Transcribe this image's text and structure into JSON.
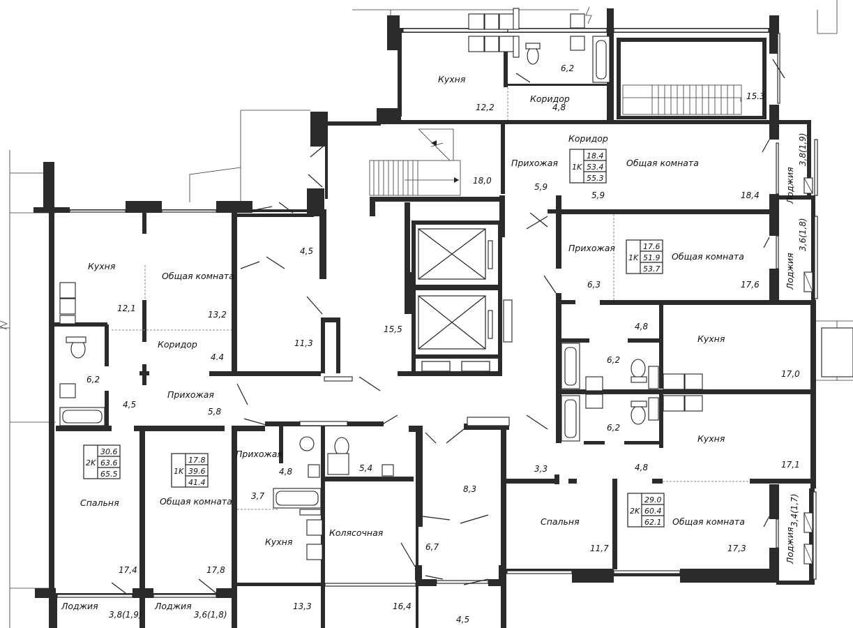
{
  "rooms": [
    {
      "id": "kitchen-a",
      "label": "Кухня",
      "area": "12,2"
    },
    {
      "id": "corridor-a1",
      "label": "Коридор",
      "area": "4,8"
    },
    {
      "id": "corridor-a2",
      "label": "Коридор"
    },
    {
      "id": "bath-a",
      "area": "6,2"
    },
    {
      "id": "stair-top",
      "area": "15.3"
    },
    {
      "id": "hall-a",
      "label": "Прихожая",
      "area": "5,9"
    },
    {
      "id": "living-a",
      "label": "Общая комната",
      "area": "18,4"
    },
    {
      "id": "loggia-a",
      "label": "Лоджия",
      "area": "3,8(1,9)"
    },
    {
      "id": "stair-mid",
      "area": "18,0"
    },
    {
      "id": "hall-b",
      "label": "Прихожая",
      "area": "6,3"
    },
    {
      "id": "living-b",
      "label": "Общая комната",
      "area": "17,6"
    },
    {
      "id": "loggia-b",
      "label": "Лоджия",
      "area": "3,6(1,8)"
    },
    {
      "id": "vestibule",
      "area": "4,5"
    },
    {
      "id": "room-113",
      "area": "11,3"
    },
    {
      "id": "lift-hall",
      "area": "15,5"
    },
    {
      "id": "kitchen-c",
      "label": "Кухня",
      "area": "12,1"
    },
    {
      "id": "living-c",
      "label": "Общая комната",
      "area": "13,2"
    },
    {
      "id": "corridor-c",
      "label": "Коридор",
      "area": "4.4"
    },
    {
      "id": "bath-c",
      "area": "6,2"
    },
    {
      "id": "hall-c-small",
      "area": "4,5"
    },
    {
      "id": "hall-c",
      "label": "Прихожая",
      "area": "5,8"
    },
    {
      "id": "bath-d",
      "area": "6,2"
    },
    {
      "id": "bath-d-top",
      "area": "4,8"
    },
    {
      "id": "kitchen-d",
      "label": "Кухня",
      "area": "17,0"
    },
    {
      "id": "bath-e",
      "area": "6,2"
    },
    {
      "id": "kitchen-e",
      "label": "Кухня",
      "area": "17,1"
    },
    {
      "id": "kitchen-e-bath",
      "area": "4,8"
    },
    {
      "id": "bedroom-c",
      "label": "Спальня",
      "area": "17,4"
    },
    {
      "id": "living-f",
      "label": "Общая комната",
      "area": "17,8"
    },
    {
      "id": "hall-f",
      "label": "Прихожая",
      "area": "4,8"
    },
    {
      "id": "bath-f",
      "area": "5,4"
    },
    {
      "id": "bath-f2",
      "area": "3,7"
    },
    {
      "id": "kitchen-f",
      "label": "Кухня",
      "area": "13,3"
    },
    {
      "id": "stroller",
      "label": "Колясочная",
      "area": "16,4"
    },
    {
      "id": "corr-83",
      "area": "8,3"
    },
    {
      "id": "corr-67",
      "area": "6,7"
    },
    {
      "id": "corr-45b",
      "area": "4,5"
    },
    {
      "id": "hall-g",
      "area": "3,3"
    },
    {
      "id": "bedroom-g",
      "label": "Спальня",
      "area": "11,7"
    },
    {
      "id": "living-g",
      "label": "Общая комната",
      "area": "17,3"
    },
    {
      "id": "loggia-g",
      "label": "Лоджия",
      "area": "3,4(1,7)"
    },
    {
      "id": "loggia-c",
      "label": "Лоджия",
      "area": "3,8(1,9)"
    },
    {
      "id": "loggia-f",
      "label": "Лоджия",
      "area": "3,6(1,8)"
    }
  ],
  "apartments": [
    {
      "id": "apt-1k-top",
      "type": "1K",
      "values": [
        "18.4",
        "53.4",
        "55.3"
      ]
    },
    {
      "id": "apt-1k-mid",
      "type": "1K",
      "values": [
        "17.6",
        "51.9",
        "53.7"
      ]
    },
    {
      "id": "apt-2k-left",
      "type": "2K",
      "values": [
        "30.6",
        "63.6",
        "65.5"
      ]
    },
    {
      "id": "apt-1k-left",
      "type": "1K",
      "values": [
        "17.8",
        "39.6",
        "41.4"
      ]
    },
    {
      "id": "apt-2k-right",
      "type": "2K",
      "values": [
        "29.0",
        "60.4",
        "62.1"
      ]
    }
  ]
}
